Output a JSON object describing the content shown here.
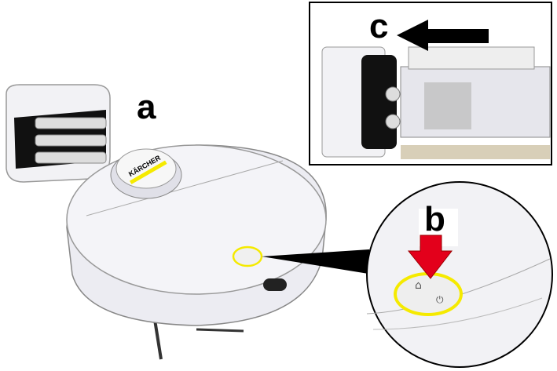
{
  "labels": {
    "a": "a",
    "b": "b",
    "c": "c"
  },
  "brand_logo": "KÄRCHER",
  "colors": {
    "accent_yellow": "#f5ea00",
    "arrow_red": "#e3001b",
    "outline": "#000000",
    "body": "#f0f0f4"
  }
}
